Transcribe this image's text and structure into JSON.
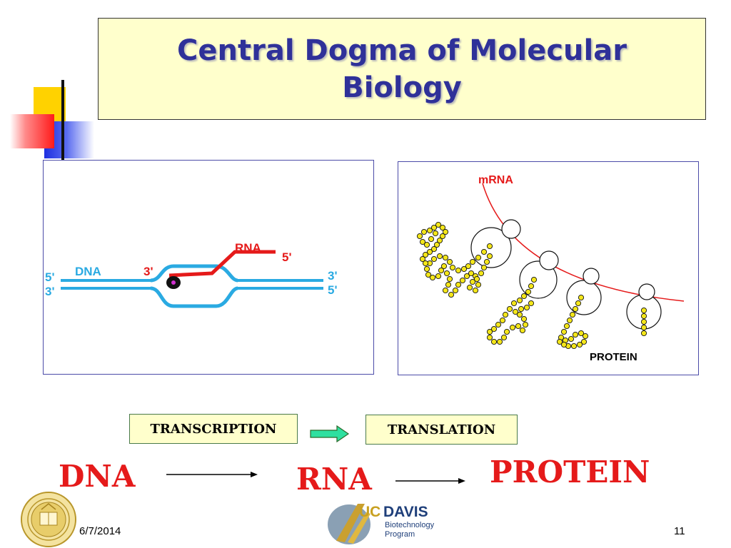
{
  "slide": {
    "title": "Central Dogma of Molecular Biology",
    "colors": {
      "title_text": "#2f3199",
      "title_box": "#ffffcc",
      "accent_red": "#e51a1a",
      "dna_blue": "#2aaae2"
    }
  },
  "dna_diagram": {
    "dna_label": "DNA",
    "rna_label": "RNA",
    "left_top_end": "5'",
    "left_bottom_end": "3'",
    "right_top_end": "3'",
    "right_bottom_end": "5'",
    "rna_start": "3'",
    "rna_end": "5'"
  },
  "protein_diagram": {
    "mrna_label": "mRNA",
    "protein_label": "PROTEIN"
  },
  "process": {
    "transcription_label": "TRANSCRIPTION",
    "translation_label": "TRANSLATION",
    "dna_word": "DNA",
    "rna_word": "RNA",
    "protein_word": "PROTEIN"
  },
  "logos": {
    "ucdavis_uc": "UC",
    "ucdavis_davis": "DAVIS",
    "ucdavis_line1": "Biotechnology",
    "ucdavis_line2": "Program"
  },
  "footer": {
    "date": "6/7/2014",
    "page_number": "11"
  }
}
